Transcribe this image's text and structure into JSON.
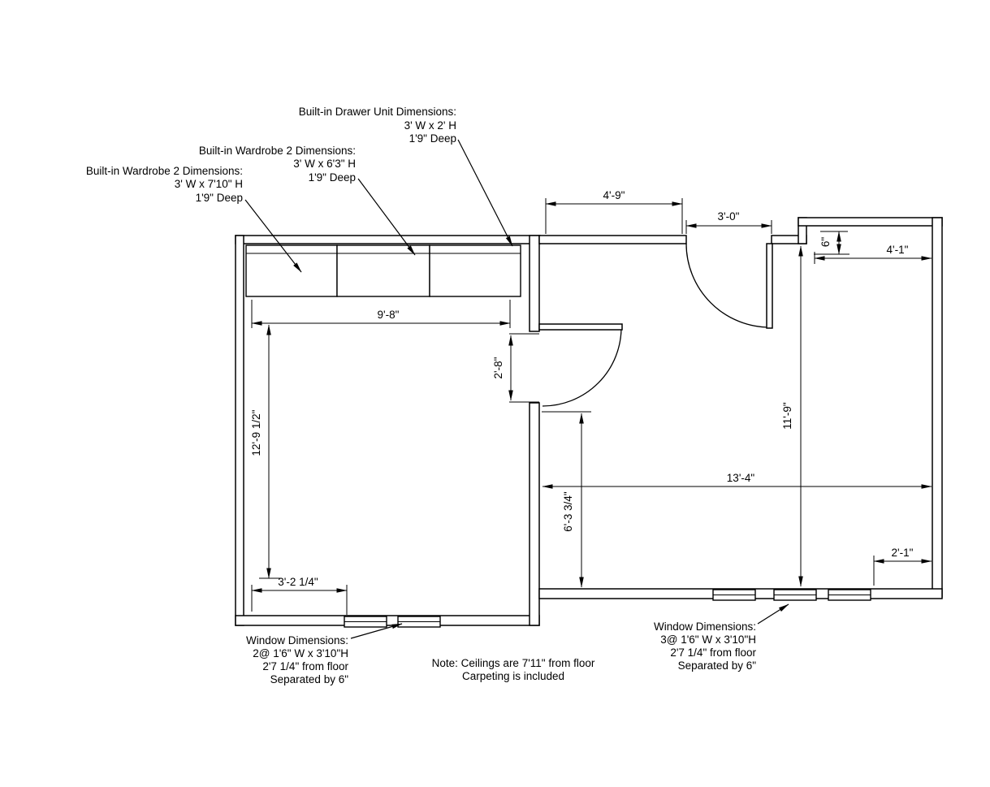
{
  "colors": {
    "background": "#ffffff",
    "line": "#000000"
  },
  "annotations": {
    "drawer_unit": {
      "lines": [
        "Built-in Drawer Unit Dimensions:",
        "3' W x 2' H",
        "1'9\" Deep"
      ]
    },
    "wardrobe_middle": {
      "lines": [
        "Built-in Wardrobe 2 Dimensions:",
        "3' W x 6'3\" H",
        "1'9\" Deep"
      ]
    },
    "wardrobe_left": {
      "lines": [
        "Built-in Wardrobe 2 Dimensions:",
        "3' W x 7'10\" H",
        "1'9\" Deep"
      ]
    },
    "windows_left": {
      "lines": [
        "Window Dimensions:",
        "2@ 1'6\" W x 3'10\"H",
        "2'7 1/4\" from floor",
        "Separated by 6\""
      ]
    },
    "windows_right": {
      "lines": [
        "Window Dimensions:",
        "3@ 1'6\" W x 3'10\"H",
        "2'7 1/4\" from floor",
        "Separated by 6\""
      ]
    },
    "note": {
      "lines": [
        "Note: Ceilings are 7'11\" from floor",
        "Carpeting is included"
      ]
    }
  },
  "dimensions": {
    "entry_wall_width": "4'-9\"",
    "entry_door_opening": "3'-0\"",
    "wall_jog": "6\"",
    "alcove_width": "4'-1\"",
    "wardrobe_run_width": "9'-8\"",
    "bedroom_door_opening": "2'-8\"",
    "left_room_depth": "12'-9 1/2\"",
    "right_room_depth": "11'-9\"",
    "right_room_width": "13'-4\"",
    "door_to_south_wall": "6'-3 3/4\"",
    "window_to_east_wall": "2'-1\"",
    "west_wall_to_window": "3'-2 1/4\""
  }
}
